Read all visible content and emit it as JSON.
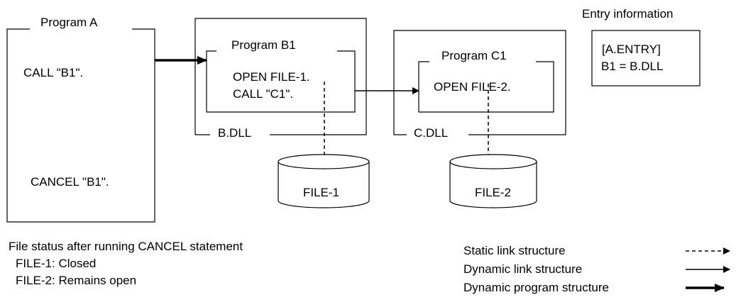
{
  "program_a": {
    "title": "Program A",
    "call": "CALL \"B1\".",
    "cancel": "CANCEL \"B1\"."
  },
  "b_dll": {
    "label": "B.DLL",
    "program_title": "Program B1",
    "line1": "OPEN FILE-1.",
    "line2": "CALL \"C1\"."
  },
  "c_dll": {
    "label": "C.DLL",
    "program_title": "Program C1",
    "line1": "OPEN FILE-2."
  },
  "files": {
    "file1": "FILE-1",
    "file2": "FILE-2"
  },
  "entry": {
    "title": "Entry information",
    "line1": "[A.ENTRY]",
    "line2": "B1 = B.DLL"
  },
  "status": {
    "title": "File status after running CANCEL statement",
    "file1": "FILE-1: Closed",
    "file2": "FILE-2: Remains open"
  },
  "legend": {
    "static": "Static link structure",
    "dynamic": "Dynamic link structure",
    "dynamic_program": "Dynamic program structure"
  }
}
